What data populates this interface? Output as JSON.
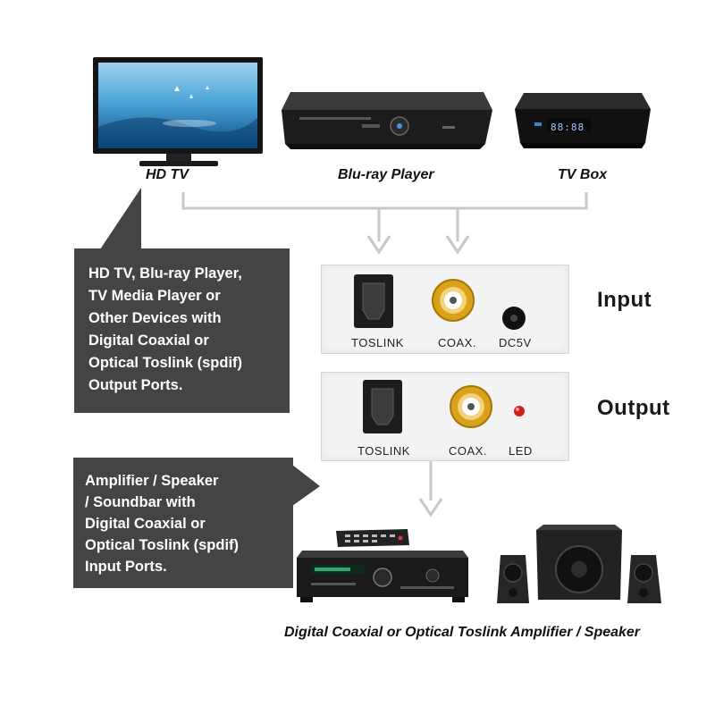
{
  "sources": {
    "hdtv": "HD TV",
    "bluray": "Blu-ray Player",
    "tvbox": "TV Box"
  },
  "tvbox_display": "88:88",
  "input_callout": {
    "lines": [
      "HD TV, Blu-ray Player,",
      "TV Media Player or",
      "Other Devices with",
      "Digital Coaxial or",
      "Optical Toslink (spdif)",
      "Output Ports."
    ]
  },
  "output_callout": {
    "lines": [
      "Amplifier / Speaker",
      "/ Soundbar with",
      "Digital Coaxial or",
      "Optical Toslink (spdif)",
      "Input Ports."
    ]
  },
  "input_panel": {
    "side_label": "Input",
    "ports": {
      "toslink": "TOSLINK",
      "coax": "COAX.",
      "dc": "DC5V"
    }
  },
  "output_panel": {
    "side_label": "Output",
    "ports": {
      "toslink": "TOSLINK",
      "coax": "COAX.",
      "led": "LED"
    }
  },
  "bottom_caption": "Digital Coaxial or Optical Toslink Amplifier / Speaker",
  "colors": {
    "callout_bg": "#444444",
    "arrow": "#c8c8c8",
    "gold": "#d9a21b",
    "led": "#d41e1e"
  }
}
